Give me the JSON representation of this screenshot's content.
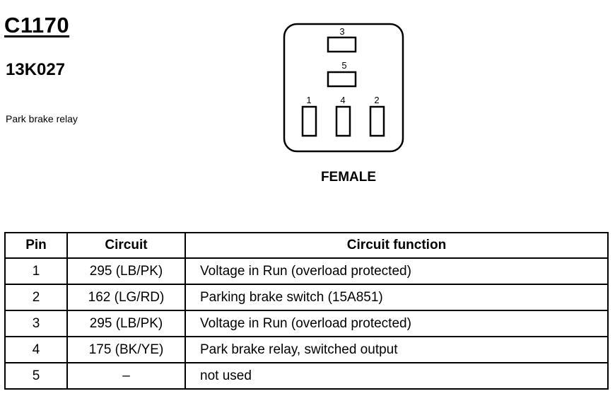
{
  "header": {
    "connector_id": "C1170",
    "part_number": "13K027",
    "description": "Park brake relay"
  },
  "diagram": {
    "pins": [
      "3",
      "5",
      "1",
      "4",
      "2"
    ],
    "gender_label": "FEMALE"
  },
  "table": {
    "columns": [
      "Pin",
      "Circuit",
      "Circuit function"
    ],
    "rows": [
      {
        "pin": "1",
        "circuit": "295 (LB/PK)",
        "function": "Voltage in Run (overload protected)"
      },
      {
        "pin": "2",
        "circuit": "162 (LG/RD)",
        "function": "Parking brake switch (15A851)"
      },
      {
        "pin": "3",
        "circuit": "295 (LB/PK)",
        "function": "Voltage in Run (overload protected)"
      },
      {
        "pin": "4",
        "circuit": "175 (BK/YE)",
        "function": "Park brake relay, switched output"
      },
      {
        "pin": "5",
        "circuit": "–",
        "function": "not used"
      }
    ]
  }
}
